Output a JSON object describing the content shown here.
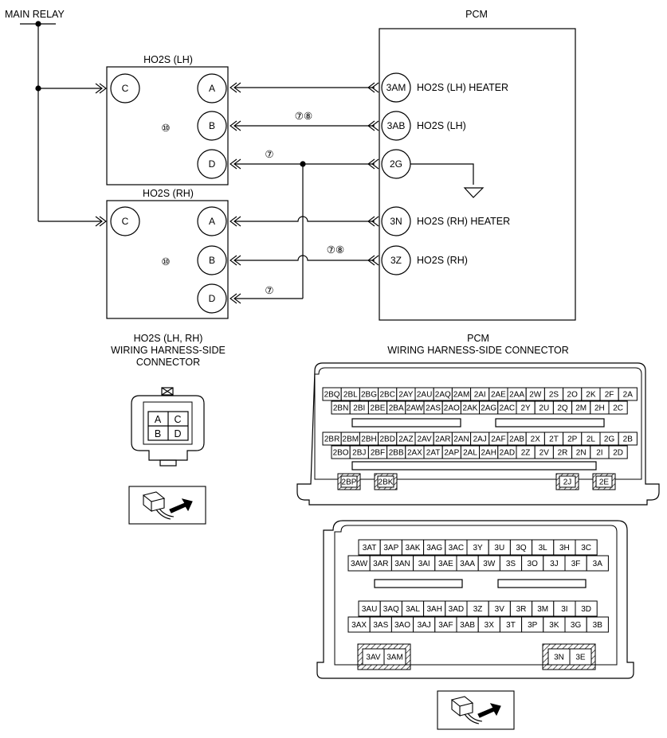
{
  "labels": {
    "main_relay": "MAIN RELAY",
    "pcm_title": "PCM",
    "ho2s_lh_title": "HO2S (LH)",
    "ho2s_rh_title": "HO2S (RH)",
    "ho2s_conn_title": [
      "HO2S (LH, RH)",
      "WIRING HARNESS-SIDE",
      "CONNECTOR"
    ],
    "pcm_conn_title": [
      "PCM",
      "WIRING HARNESS-SIDE CONNECTOR"
    ]
  },
  "sensor_pins": {
    "c": "C",
    "a": "A",
    "b": "B",
    "d": "D"
  },
  "sensor_lh_mark": "⑩",
  "sensor_rh_mark": "⑩",
  "pcm_pins": [
    {
      "pin": "3AM",
      "label": "HO2S (LH) HEATER"
    },
    {
      "pin": "3AB",
      "label": "HO2S (LH)"
    },
    {
      "pin": "2G",
      "label": ""
    },
    {
      "pin": "3N",
      "label": "HO2S (RH) HEATER"
    },
    {
      "pin": "3Z",
      "label": "HO2S (RH)"
    }
  ],
  "wire_marks": {
    "lh_b": "⑦⑧",
    "lh_d": "⑦",
    "rh_b": "⑦⑧",
    "rh_d": "⑦"
  },
  "small_connector_cells": [
    "A",
    "C",
    "B",
    "D"
  ],
  "pcm_connector_2": {
    "row1": [
      "2BQ",
      "2BL",
      "2BG",
      "2BC",
      "2AY",
      "2AU",
      "2AQ",
      "2AM",
      "2AI",
      "2AE",
      "2AA",
      "2W",
      "2S",
      "2O",
      "2K",
      "2F",
      "2A"
    ],
    "row2": [
      "2BN",
      "2BI",
      "2BE",
      "2BA",
      "2AW",
      "2AS",
      "2AO",
      "2AK",
      "2AG",
      "2AC",
      "2Y",
      "2U",
      "2Q",
      "2M",
      "2H",
      "2C"
    ],
    "row3": [
      "2BR",
      "2BM",
      "2BH",
      "2BD",
      "2AZ",
      "2AV",
      "2AR",
      "2AN",
      "2AJ",
      "2AF",
      "2AB",
      "2X",
      "2T",
      "2P",
      "2L",
      "2G",
      "2B"
    ],
    "row4": [
      "2BO",
      "2BJ",
      "2BF",
      "2BB",
      "2AX",
      "2AT",
      "2AP",
      "2AL",
      "2AH",
      "2AD",
      "2Z",
      "2V",
      "2R",
      "2N",
      "2I",
      "2D"
    ],
    "hatched": [
      "2BP",
      "2BK",
      "2J",
      "2E"
    ]
  },
  "pcm_connector_3": {
    "row1": [
      "3AT",
      "3AP",
      "3AK",
      "3AG",
      "3AC",
      "3Y",
      "3U",
      "3Q",
      "3L",
      "3H",
      "3C"
    ],
    "row2": [
      "3AW",
      "3AR",
      "3AN",
      "3AI",
      "3AE",
      "3AA",
      "3W",
      "3S",
      "3O",
      "3J",
      "3F",
      "3A"
    ],
    "row3": [
      "3AU",
      "3AQ",
      "3AL",
      "3AH",
      "3AD",
      "3Z",
      "3V",
      "3R",
      "3M",
      "3I",
      "3D"
    ],
    "row4": [
      "3AX",
      "3AS",
      "3AO",
      "3AJ",
      "3AF",
      "3AB",
      "3X",
      "3T",
      "3P",
      "3K",
      "3G",
      "3B"
    ],
    "hatched_left": [
      "3AV",
      "3AM"
    ],
    "hatched_right": [
      "3N",
      "3E"
    ]
  }
}
